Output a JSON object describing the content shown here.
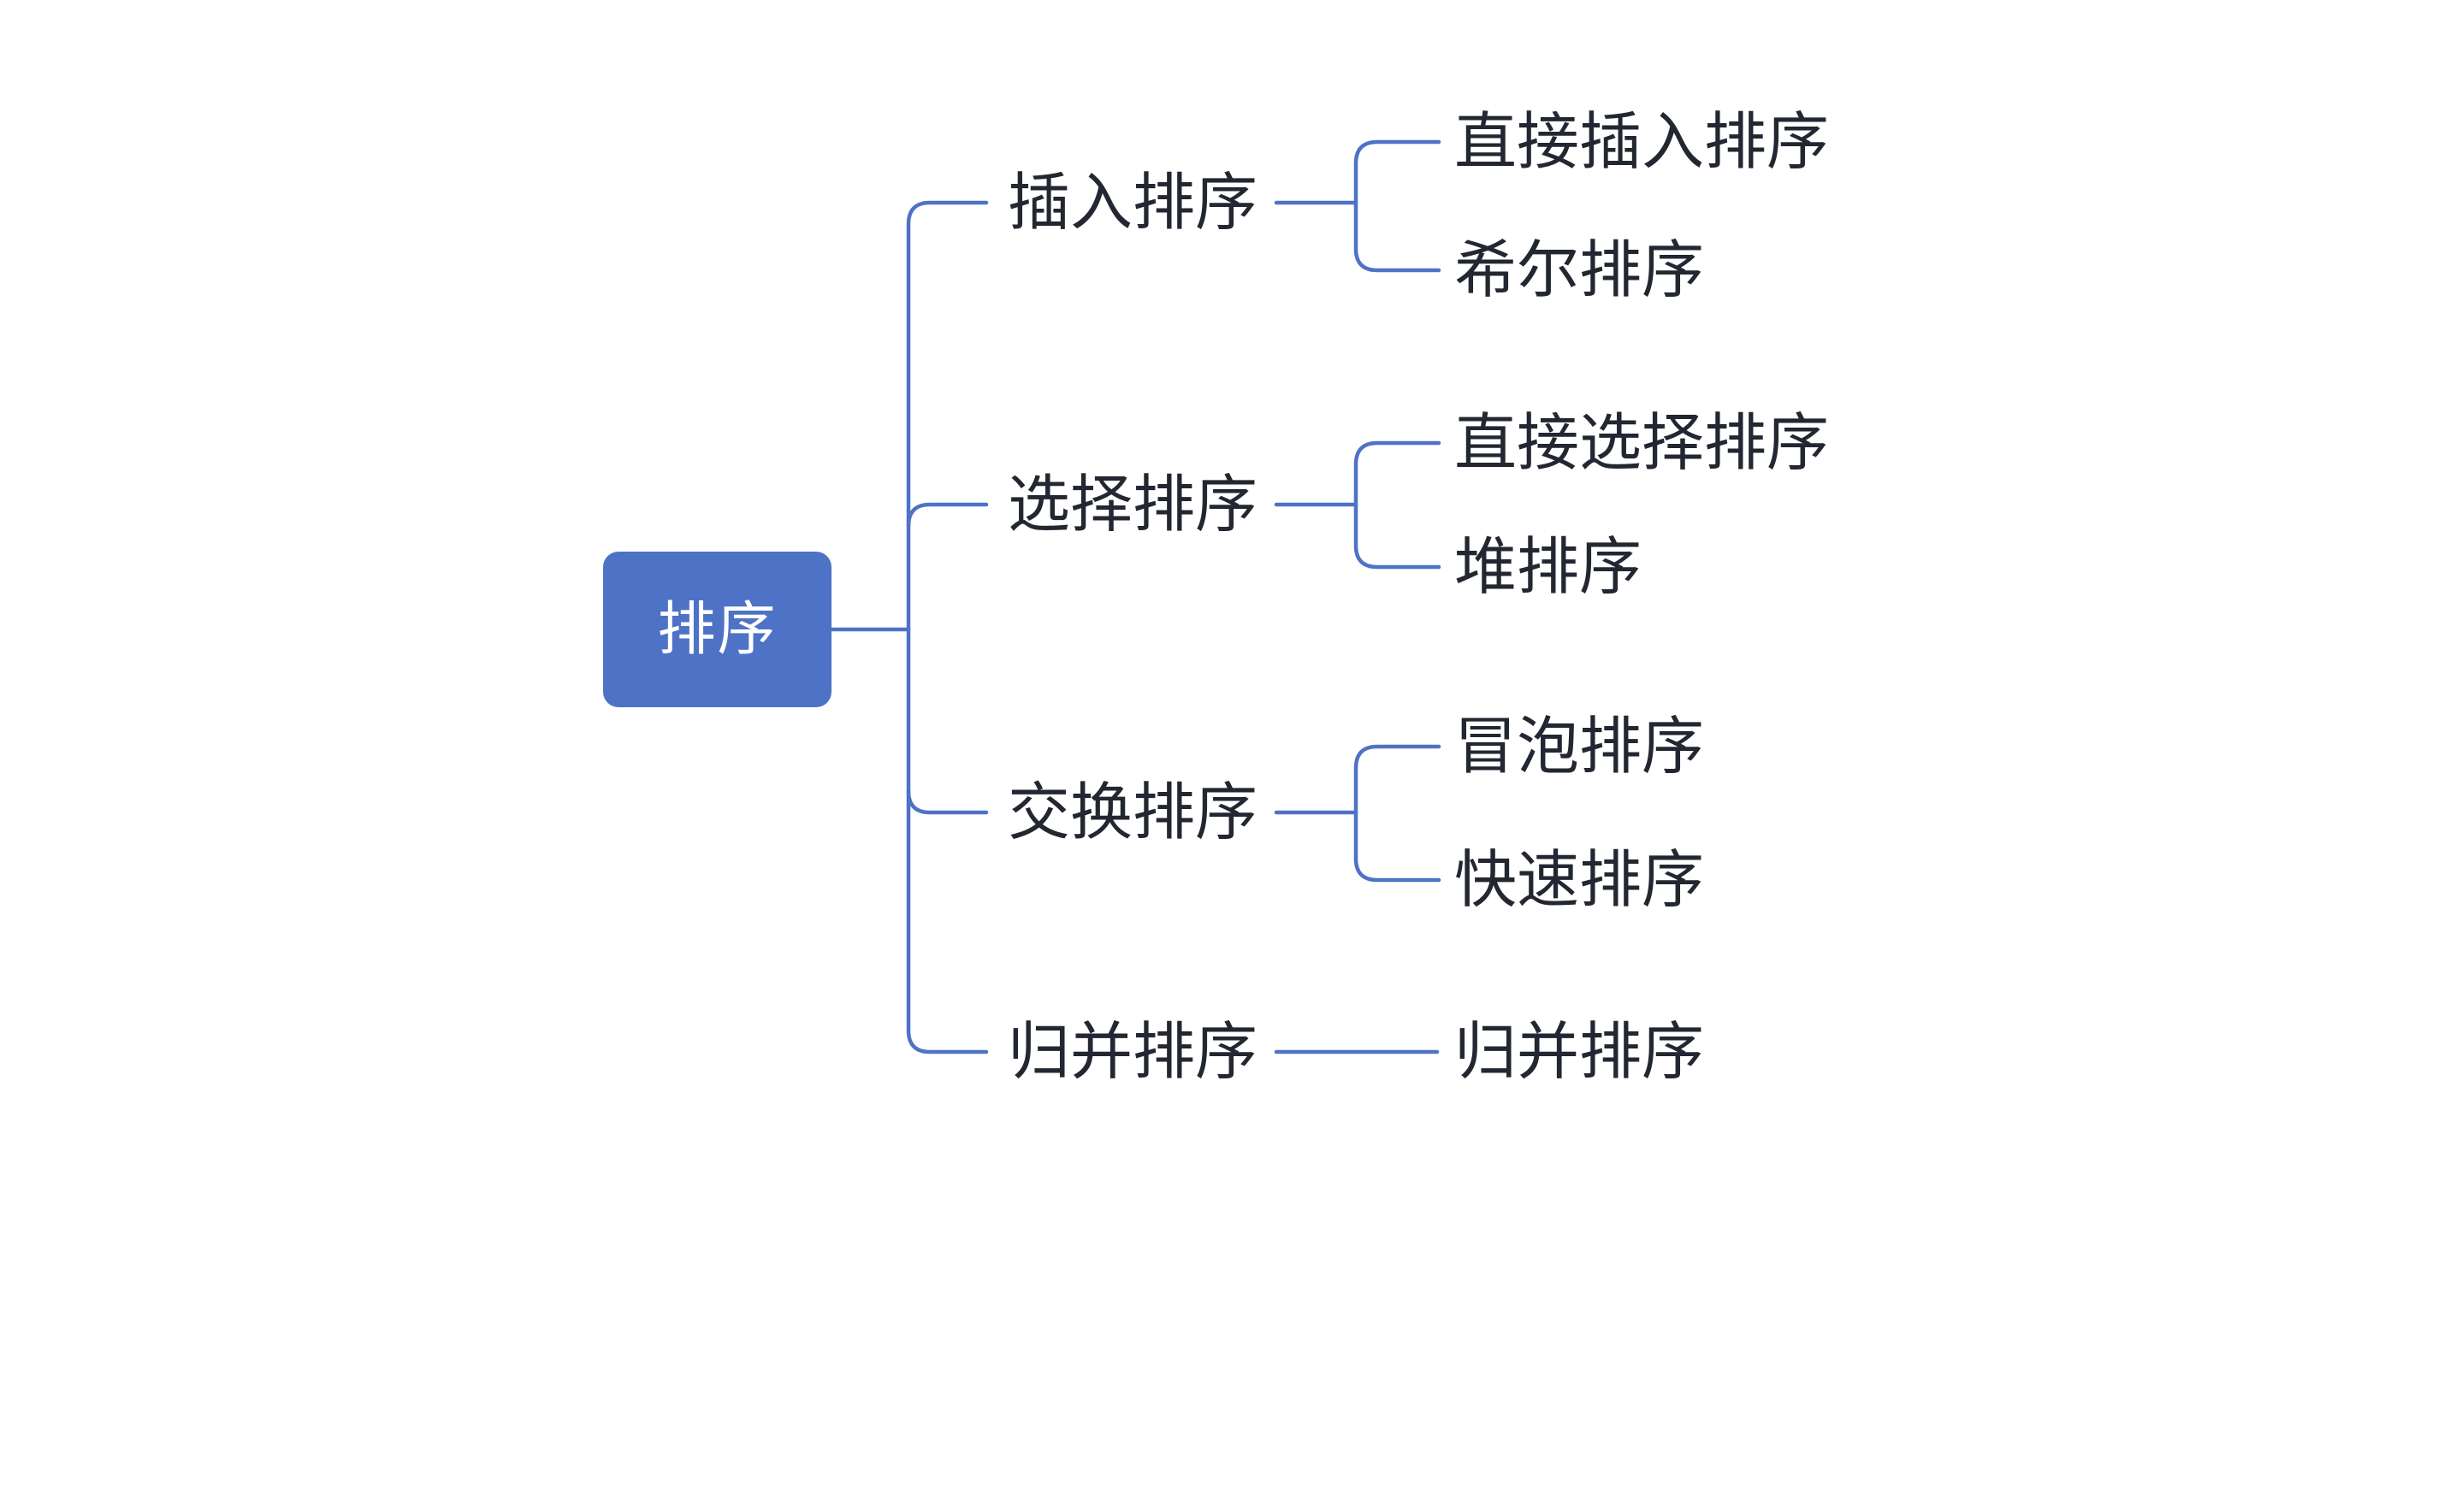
{
  "palette": {
    "background": "#ffffff",
    "line_blue": "#4E73C6",
    "root_fill": "#4E73C6",
    "root_text": "#ffffff",
    "node_text": "#222731"
  },
  "mindmap": {
    "root": {
      "label": "排序"
    },
    "branches": [
      {
        "label": "插入排序",
        "children": [
          {
            "label": "直接插入排序"
          },
          {
            "label": "希尔排序"
          }
        ]
      },
      {
        "label": "选择排序",
        "children": [
          {
            "label": "直接选择排序"
          },
          {
            "label": "堆排序"
          }
        ]
      },
      {
        "label": "交换排序",
        "children": [
          {
            "label": "冒泡排序"
          },
          {
            "label": "快速排序"
          }
        ]
      },
      {
        "label": "归并排序",
        "children": [
          {
            "label": "归并排序"
          }
        ]
      }
    ]
  }
}
